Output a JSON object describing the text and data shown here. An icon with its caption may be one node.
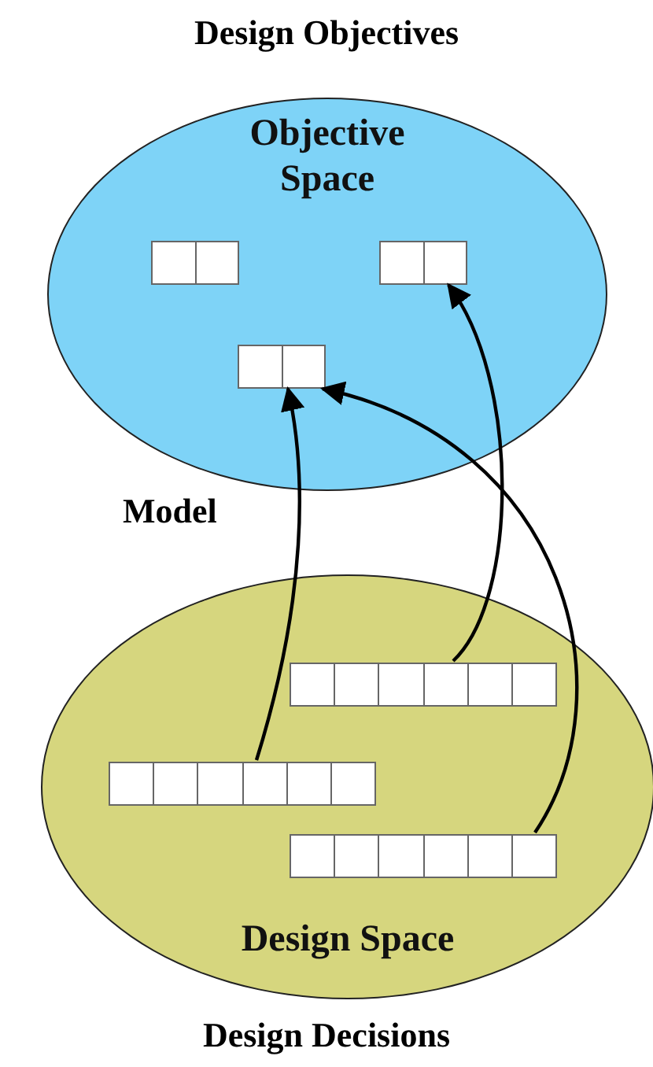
{
  "diagram": {
    "title": "Design Objectives",
    "caption": "Design Decisions",
    "nodes": [
      {
        "text": [
          "Objective Space"
        ]
      },
      {
        "text": [],
        "shape": "box",
        "in": 0
      },
      {
        "text": [],
        "shape": "box",
        "in": 0
      },
      {
        "text": [],
        "shape": "box",
        "in": 0
      },
      {
        "text": [
          "Design Space"
        ]
      },
      {
        "text": [],
        "shape": "bar",
        "in": 4
      },
      {
        "text": [],
        "shape": "bar",
        "in": 4
      },
      {
        "text": [],
        "shape": "bar",
        "in": 4
      }
    ],
    "edges": [
      {
        "from": 5,
        "to": 2,
        "arrow": "to"
      },
      {
        "from": 6,
        "to": 3,
        "arrow": "to"
      },
      {
        "from": 7,
        "to": 3,
        "arrow": "to"
      }
    ],
    "labels": [
      "Model"
    ]
  }
}
